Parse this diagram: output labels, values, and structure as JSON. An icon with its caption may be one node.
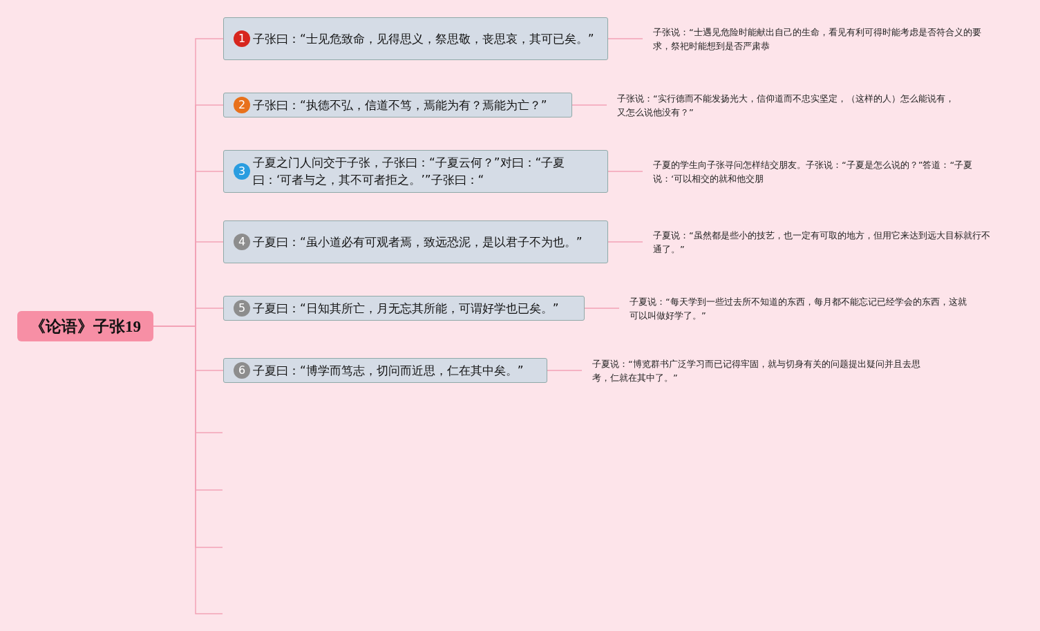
{
  "diagram": {
    "nodes": [
      {
        "text": [
          "《论语》子张19"
        ]
      },
      {
        "text": [
          "1",
          "子张曰：“士见危致命，见得思义，祭思敬，丧思哀，其可已矣。”"
        ]
      },
      {
        "text": [
          "2",
          "子张曰：“执德不弘，信道不笃，焉能为有？焉能为亡？”"
        ]
      },
      {
        "text": [
          "3",
          "子夏之门人问交于子张，子张曰：“子夏云何？”对曰：“子夏曰：‘可者与之，其不可者拒之。’”子张曰：“"
        ]
      },
      {
        "text": [
          "4",
          "子夏曰：“虽小道必有可观者焉，致远恐泥，是以君子不为也。”"
        ]
      },
      {
        "text": [
          "5",
          "子夏曰：“日知其所亡，月无忘其所能，可谓好学也已矣。”"
        ]
      },
      {
        "text": [
          "6",
          "子夏曰：“博学而笃志，切问而近思，仁在其中矣。”"
        ]
      },
      {
        "text": [
          "子张说：“士遇见危险时能献出自己的生命，看见有利可得时能考虑是否符合义的要求，祭祀时能想到是否严肃恭"
        ]
      },
      {
        "text": [
          "子张说：“实行德而不能发扬光大，信仰道而不忠实坚定，（这样的人）怎么能说有，又怎么说他没有？”"
        ]
      },
      {
        "text": [
          "子夏的学生向子张寻问怎样结交朋友。子张说：“子夏是怎么说的？”答道：“子夏说：‘可以相交的就和他交朋"
        ]
      },
      {
        "text": [
          "子夏说：“虽然都是些小的技艺，也一定有可取的地方，但用它来达到远大目标就行不通了。”"
        ]
      },
      {
        "text": [
          "子夏说：“每天学到一些过去所不知道的东西，每月都不能忘记已经学会的东西，这就可以叫做好学了。”"
        ]
      },
      {
        "text": [
          "子夏说：“博览群书广泛学习而已记得牢固，就与切身有关的问题提出疑问并且去思考，仁就在其中了。”"
        ]
      }
    ],
    "edges": [
      {
        "from": 0,
        "to": 1,
        "arrow": "none"
      },
      {
        "from": 0,
        "to": 2,
        "arrow": "none"
      },
      {
        "from": 0,
        "to": 3,
        "arrow": "none"
      },
      {
        "from": 0,
        "to": 4,
        "arrow": "none"
      },
      {
        "from": 0,
        "to": 5,
        "arrow": "none"
      },
      {
        "from": 0,
        "to": 6,
        "arrow": "none"
      },
      {
        "from": 0,
        "to": null,
        "arrow": "none"
      },
      {
        "from": 0,
        "to": null,
        "arrow": "none"
      },
      {
        "from": 0,
        "to": null,
        "arrow": "none"
      },
      {
        "from": 0,
        "to": null,
        "arrow": "none"
      },
      {
        "from": 1,
        "to": 7,
        "arrow": "none"
      },
      {
        "from": 2,
        "to": 8,
        "arrow": "none"
      },
      {
        "from": 3,
        "to": 9,
        "arrow": "none"
      },
      {
        "from": 4,
        "to": 10,
        "arrow": "none"
      },
      {
        "from": 5,
        "to": 11,
        "arrow": "none"
      },
      {
        "from": 6,
        "to": 12,
        "arrow": "none"
      }
    ]
  }
}
